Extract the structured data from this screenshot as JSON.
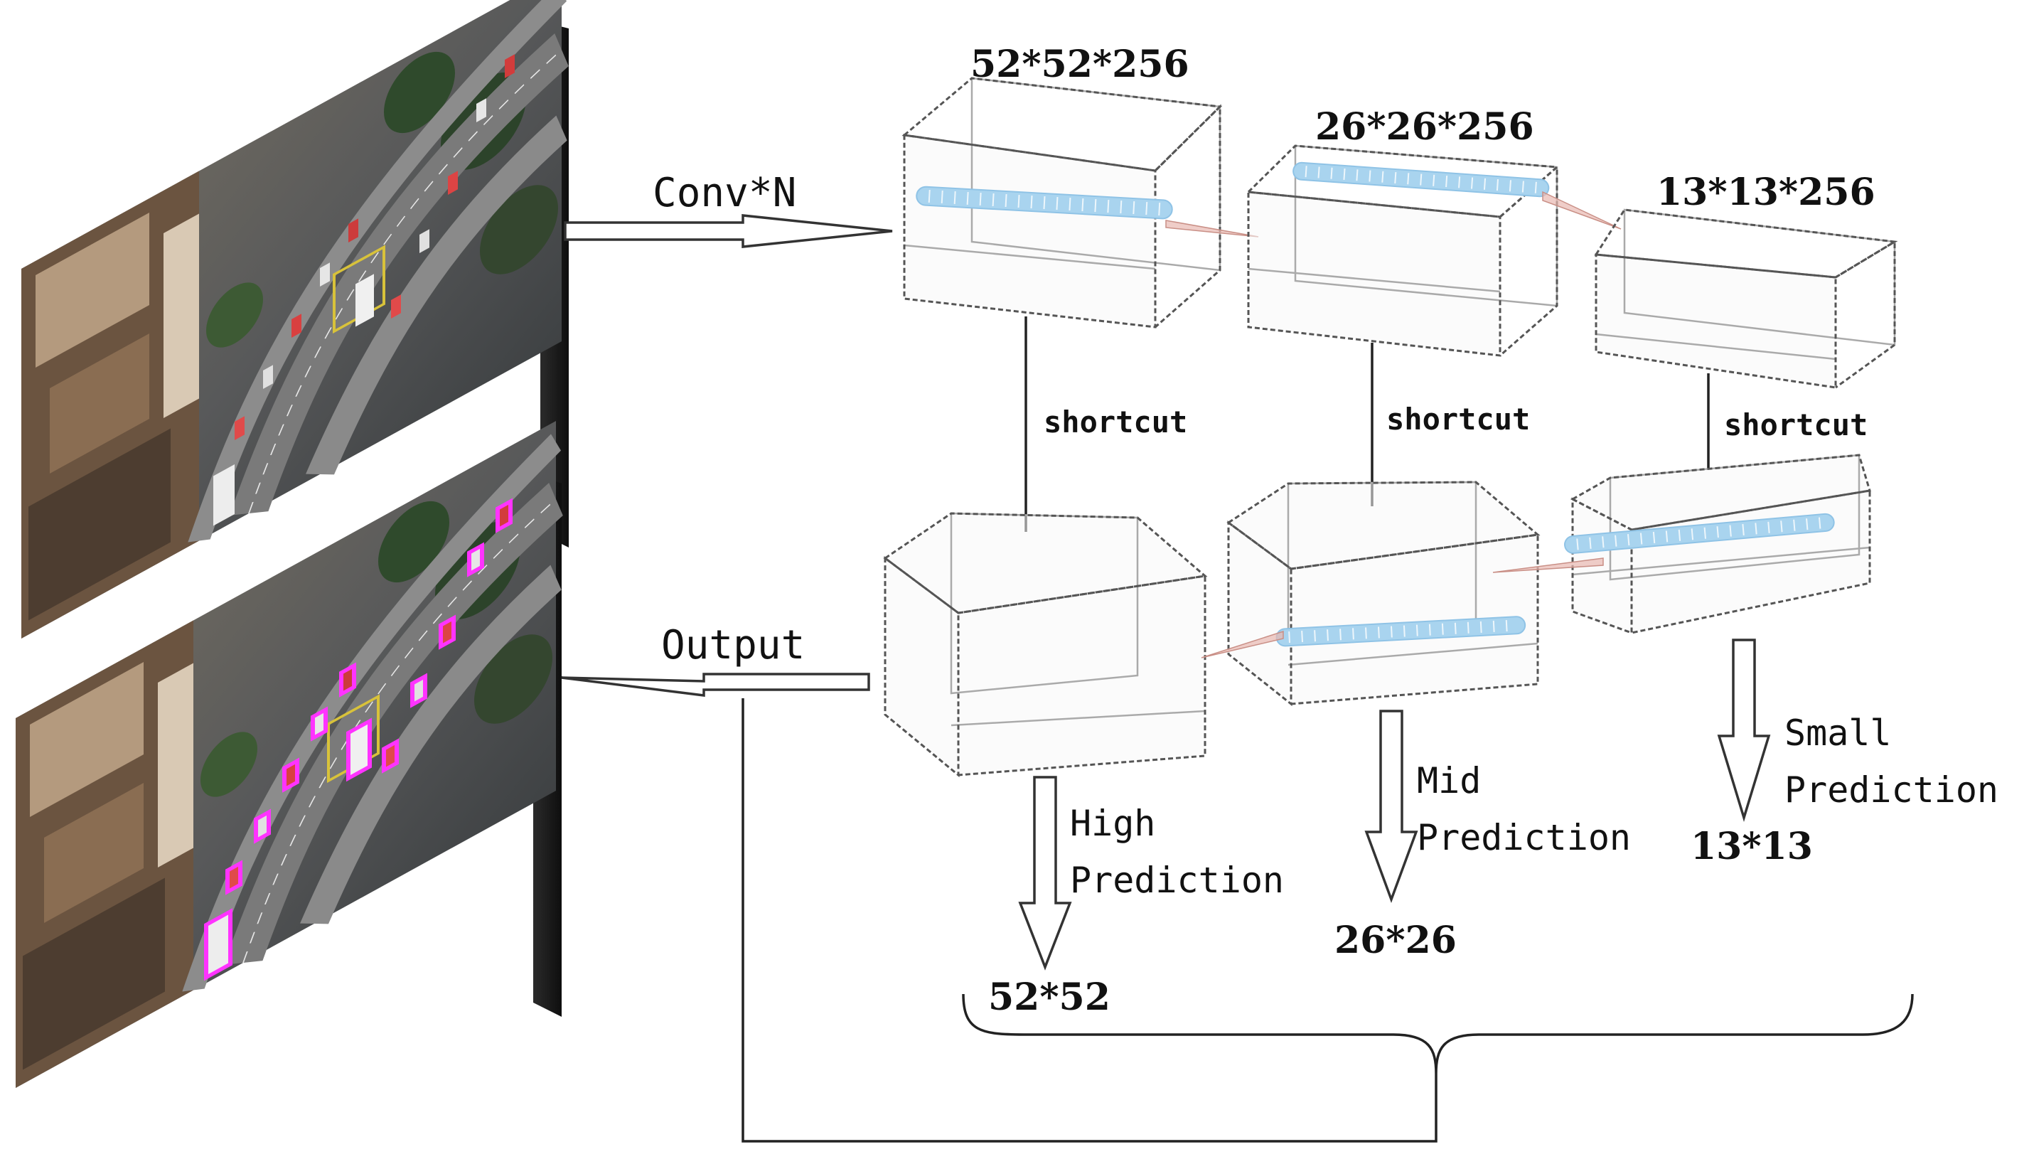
{
  "input_panel": {
    "conv_label": "Conv*N"
  },
  "output_panel": {
    "output_label": "Output"
  },
  "encoder": {
    "blocks": [
      {
        "dims": "52*52*256"
      },
      {
        "dims": "26*26*256"
      },
      {
        "dims": "13*13*256"
      }
    ],
    "shortcut_label": "shortcut"
  },
  "predictions": [
    {
      "line1": "High",
      "line2": "Prediction",
      "grid": "52*52"
    },
    {
      "line1": "Mid",
      "line2": "Prediction",
      "grid": "26*26"
    },
    {
      "line1": "Small",
      "line2": "Prediction",
      "grid": "13*13"
    }
  ],
  "colors": {
    "detection_box": "#ff33ff",
    "feature_bar": "#a9d4ef"
  }
}
